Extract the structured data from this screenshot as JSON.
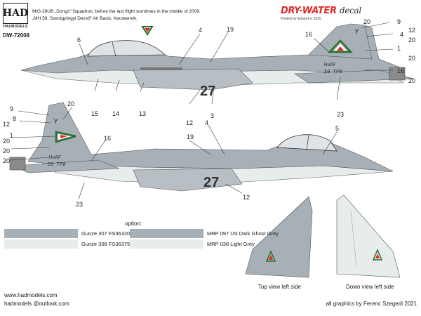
{
  "header": {
    "logo_text": "HAD",
    "logo_sub": "HADMODELS",
    "code": "DW-72008",
    "caption_line1": "MiG-29UB „Dongó\" Squadron, before the last flight somtimes in the middle of 2009.",
    "caption_line2": "„MH 59. Szentgyörgyi Dezső\" Air Basis, Kecskemét.",
    "brand_main": "DRY-WATER",
    "brand_decal": "decal",
    "brand_sub": "Printed by Eduard in 2025"
  },
  "aircraft": {
    "serial": "27",
    "tail_text_1": "HuAF",
    "tail_text_2": "59 TFW",
    "tail_symbol": "Y"
  },
  "callouts_top": [
    "6",
    "4",
    "19",
    "4",
    "20",
    "9",
    "12",
    "4",
    "20",
    "1",
    "20",
    "16",
    "20",
    "15",
    "14",
    "13",
    "12",
    "3",
    "16",
    "23"
  ],
  "callouts_bottom": [
    "9",
    "8",
    "12",
    "20",
    "1",
    "20",
    "20",
    "20",
    "16",
    "19",
    "4",
    "5",
    "12",
    "23"
  ],
  "colors": {
    "accent_red": "#e02b2b",
    "dark_ghost_grey": "#a7b0b7",
    "light_grey": "#e7ecec"
  },
  "options": {
    "title": "option:",
    "items": [
      {
        "label": "Gunze 307 FS36320",
        "color": "#a7b0b7"
      },
      {
        "label": "Gunze 308 FS36375",
        "color": "#e7ecec"
      },
      {
        "label": "MRP 097 US Dark Ghost Grey",
        "color": "#a7b0b7"
      },
      {
        "label": "MRP 038 Light Grey",
        "color": "#e7ecec"
      }
    ]
  },
  "views": {
    "top_label": "Top view left side",
    "down_label": "Down view left side"
  },
  "footer": {
    "web": "www.hadmodels.com",
    "email": "hadmodels @outlook.com",
    "credit": "all graphics by Ferenc Szegedi 2021"
  }
}
